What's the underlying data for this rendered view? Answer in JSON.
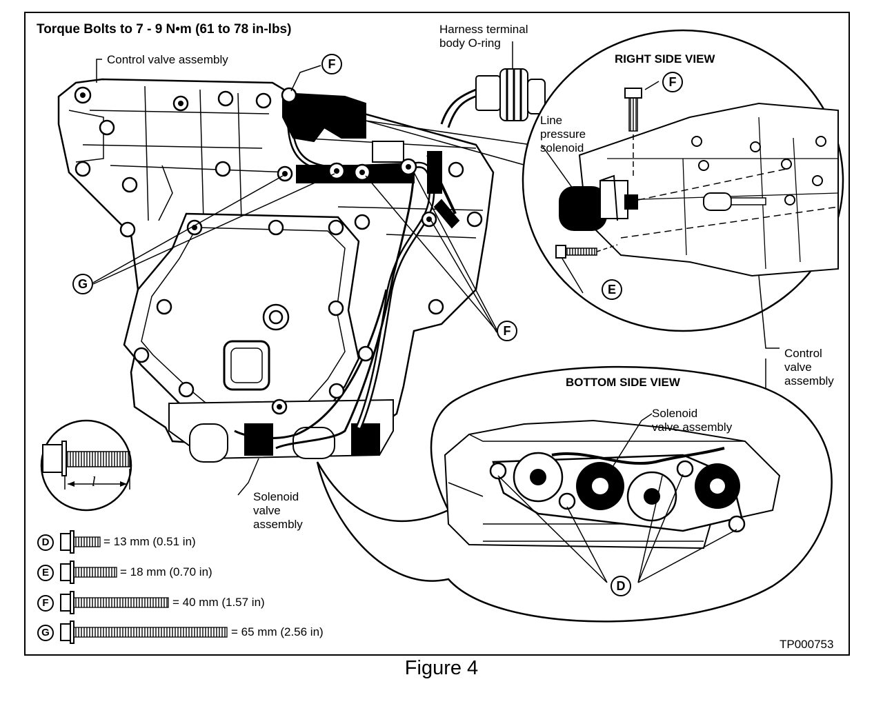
{
  "title": "Torque Bolts to 7 - 9 N•m (61 to 78 in-lbs)",
  "labels": {
    "control_valve_assembly": "Control valve assembly",
    "harness_terminal_1": "Harness terminal",
    "harness_terminal_2": "body O-ring",
    "right_side_view": "RIGHT SIDE VIEW",
    "line_pressure_1": "Line",
    "line_pressure_2": "pressure",
    "line_pressure_3": "solenoid",
    "bottom_side_view": "BOTTOM SIDE VIEW",
    "solenoid_valve_top_1": "Solenoid",
    "solenoid_valve_top_2": "valve assembly",
    "control_valve_right_1": "Control",
    "control_valve_right_2": "valve",
    "control_valve_right_3": "assembly",
    "solenoid_valve_bottom_1": "Solenoid",
    "solenoid_valve_bottom_2": "valve",
    "solenoid_valve_bottom_3": "assembly",
    "length_symbol": "l",
    "figure_id": "TP000753"
  },
  "callouts": {
    "f": "F",
    "g": "G",
    "e": "E",
    "d": "D"
  },
  "bolt_legend": [
    {
      "letter": "D",
      "text": "= 13 mm (0.51 in)"
    },
    {
      "letter": "E",
      "text": "= 18 mm (0.70 in)"
    },
    {
      "letter": "F",
      "text": "= 40 mm (1.57 in)"
    },
    {
      "letter": "G",
      "text": "= 65 mm (2.56 in)"
    }
  ],
  "caption": "Figure 4"
}
